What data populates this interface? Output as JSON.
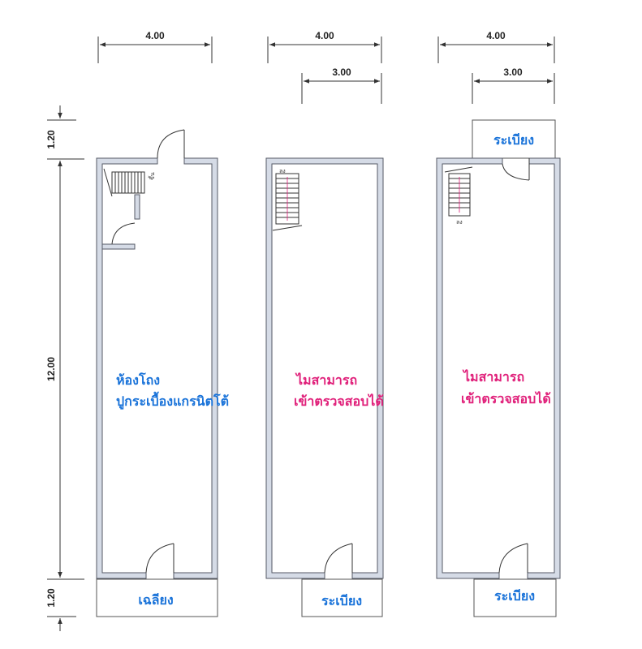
{
  "dimensions": {
    "width_total": "4.00",
    "width_partial": "3.00",
    "depth_main": "12.00",
    "depth_top": "1.20",
    "depth_bottom": "1.20"
  },
  "plans": [
    {
      "main_label_line1": "ห้องโถง",
      "main_label_line2": "ปูกระเบื้องแกรนิตโต้",
      "label_color": "#1a73d9",
      "bottom_label": "เฉลียง",
      "stair_mark": "ขึ้น"
    },
    {
      "main_label_line1": "ไมสามารถ",
      "main_label_line2": "เข้าตรวจสอบได้",
      "label_color": "#e0207a",
      "bottom_label": "ระเบียง",
      "stair_mark": "ลง"
    },
    {
      "main_label_line1": "ไมสามารถ",
      "main_label_line2": "เข้าตรวจสอบได้",
      "label_color": "#e0207a",
      "top_label": "ระเบียง",
      "bottom_label": "ระเบียง",
      "stair_mark": "ลง"
    }
  ],
  "colors": {
    "wall_fill": "#d5dbe6",
    "wall_stroke": "#555a66",
    "line": "#333333"
  }
}
